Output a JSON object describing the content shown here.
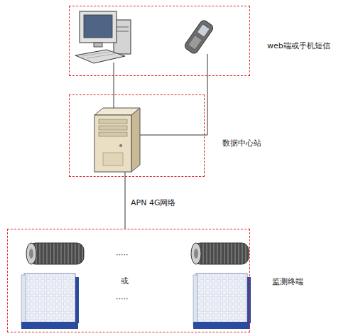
{
  "diagram": {
    "nodes": [
      {
        "text": [
          "web端或手机短信"
        ]
      },
      {
        "text": [
          "数据中心站"
        ]
      },
      {
        "text": [
          "监测终端"
        ]
      }
    ],
    "edges": [
      {
        "from": 0,
        "to": 1,
        "arrow": "none"
      },
      {
        "from": 1,
        "to": 2,
        "label": "APN 4G网络",
        "arrow": "none"
      }
    ],
    "labels": [
      "·····",
      "或",
      "·····"
    ]
  }
}
